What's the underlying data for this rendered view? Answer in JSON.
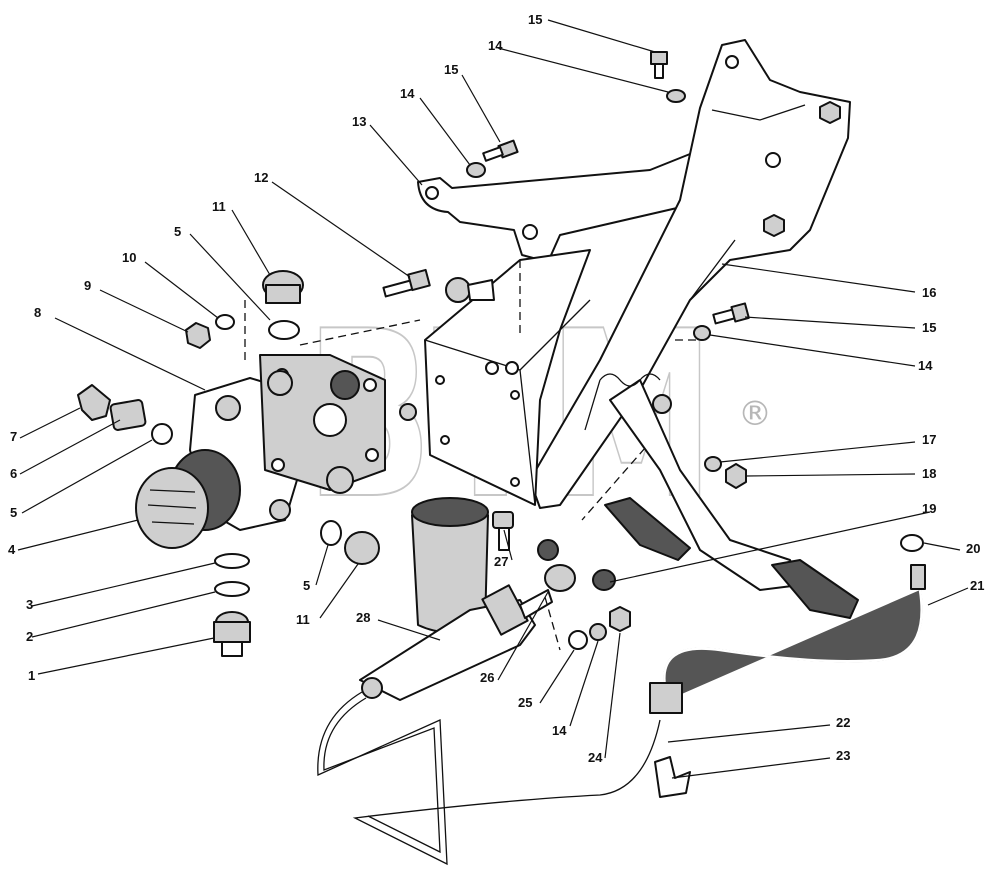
{
  "watermark": {
    "text": "BTM",
    "mark": "®"
  },
  "callouts": [
    {
      "id": "c1",
      "text": "1"
    },
    {
      "id": "c2",
      "text": "2"
    },
    {
      "id": "c3",
      "text": "3"
    },
    {
      "id": "c4",
      "text": "4"
    },
    {
      "id": "c5a",
      "text": "5"
    },
    {
      "id": "c5b",
      "text": "5"
    },
    {
      "id": "c5c",
      "text": "5"
    },
    {
      "id": "c6",
      "text": "6"
    },
    {
      "id": "c7",
      "text": "7"
    },
    {
      "id": "c8",
      "text": "8"
    },
    {
      "id": "c9",
      "text": "9"
    },
    {
      "id": "c10",
      "text": "10"
    },
    {
      "id": "c11a",
      "text": "11"
    },
    {
      "id": "c11b",
      "text": "11"
    },
    {
      "id": "c12",
      "text": "12"
    },
    {
      "id": "c13",
      "text": "13"
    },
    {
      "id": "c14a",
      "text": "14"
    },
    {
      "id": "c14b",
      "text": "14"
    },
    {
      "id": "c14c",
      "text": "14"
    },
    {
      "id": "c14d",
      "text": "14"
    },
    {
      "id": "c15a",
      "text": "15"
    },
    {
      "id": "c15b",
      "text": "15"
    },
    {
      "id": "c15c",
      "text": "15"
    },
    {
      "id": "c16",
      "text": "16"
    },
    {
      "id": "c17",
      "text": "17"
    },
    {
      "id": "c18",
      "text": "18"
    },
    {
      "id": "c19",
      "text": "19"
    },
    {
      "id": "c20",
      "text": "20"
    },
    {
      "id": "c21",
      "text": "21"
    },
    {
      "id": "c22",
      "text": "22"
    },
    {
      "id": "c23",
      "text": "23"
    },
    {
      "id": "c24",
      "text": "24"
    },
    {
      "id": "c25",
      "text": "25"
    },
    {
      "id": "c26",
      "text": "26"
    },
    {
      "id": "c27",
      "text": "27"
    },
    {
      "id": "c28",
      "text": "28"
    }
  ]
}
